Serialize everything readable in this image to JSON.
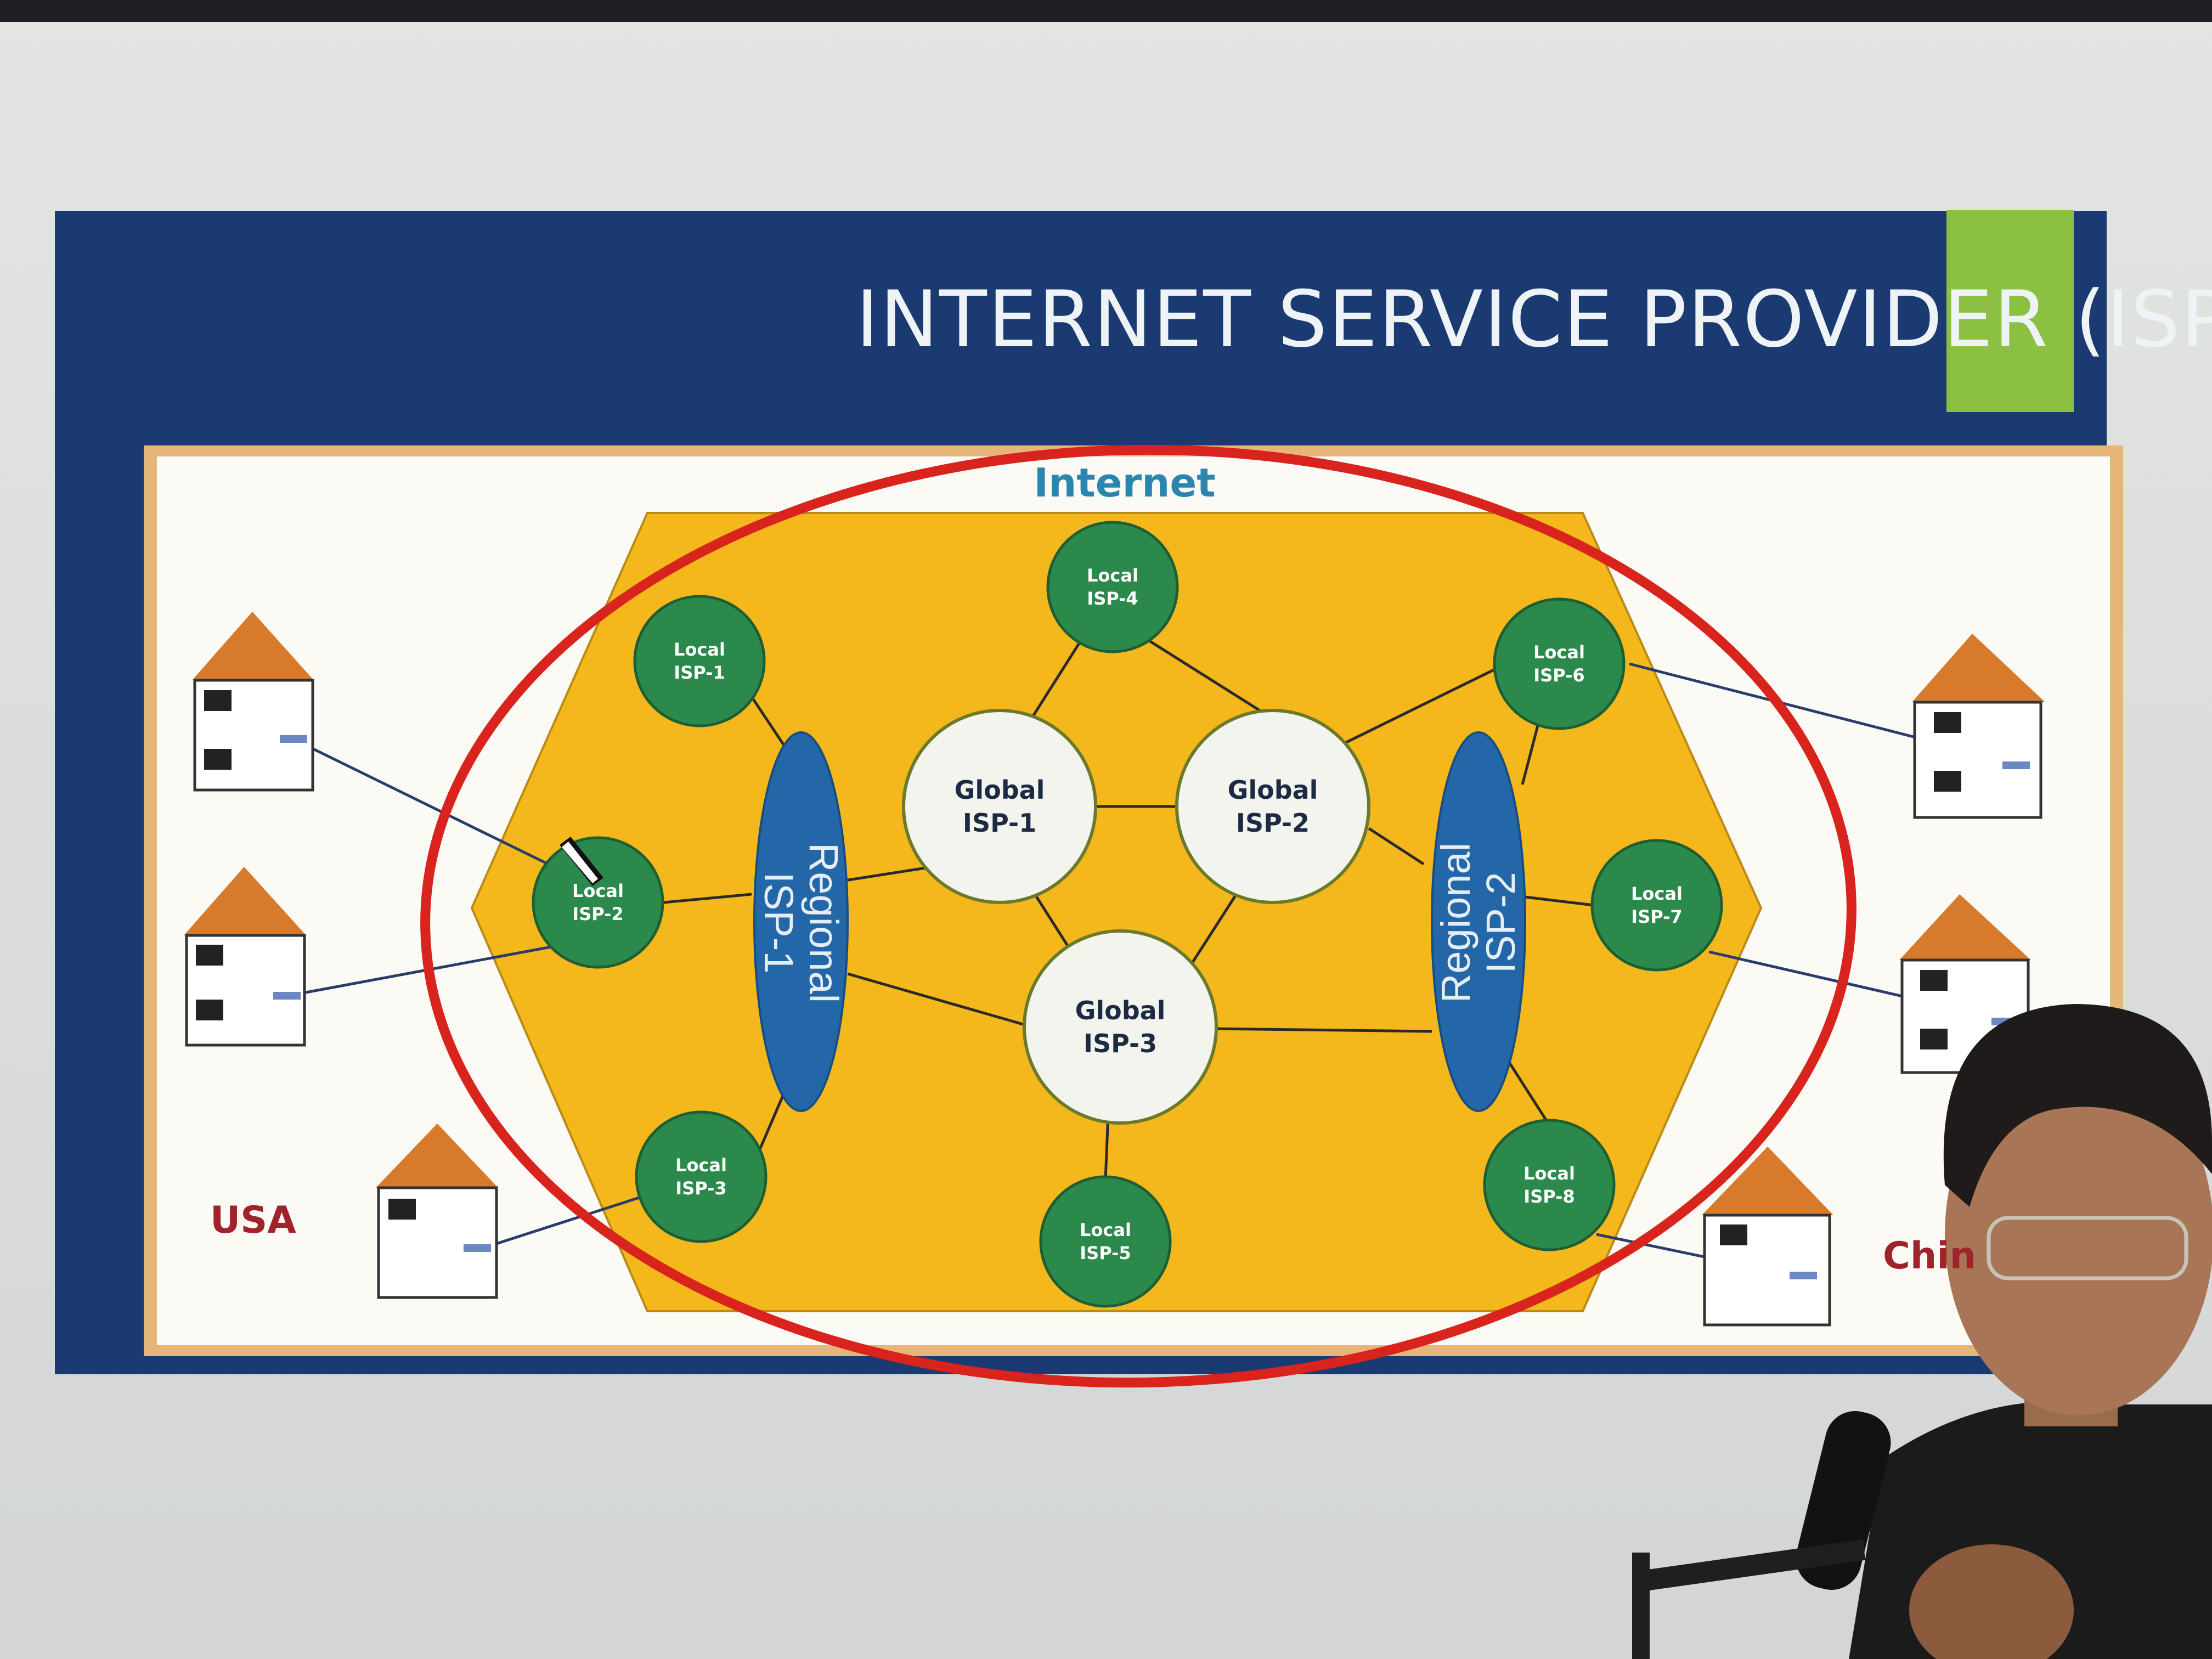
{
  "slide": {
    "title": "INTERNET SERVICE PROVIDER (ISP)"
  },
  "diagram": {
    "internet_label": "Internet",
    "regions": {
      "left": "USA",
      "right": "Chin"
    },
    "local_isps": [
      "Local\nISP-1",
      "Local\nISP-2",
      "Local\nISP-3",
      "Local\nISP-4",
      "Local\nISP-5",
      "Local\nISP-6",
      "Local\nISP-7",
      "Local\nISP-8"
    ],
    "global_isps": [
      "Global\nISP-1",
      "Global\nISP-2",
      "Global\nISP-3"
    ],
    "regional_isps": [
      "Regional\nISP-1",
      "Regional\nISP-2"
    ]
  },
  "colors": {
    "slide_background": "#1b3a72",
    "internet_hexagon": "#f4b81c",
    "local_isp": "#2b8a4b",
    "global_isp": "#f4f4ee",
    "regional_isp": "#2467a8",
    "highlight_ellipse": "#d9231d",
    "house_roof": "#d87a2b",
    "title_accent": "#8cc043",
    "region_label": "#a0232b"
  }
}
